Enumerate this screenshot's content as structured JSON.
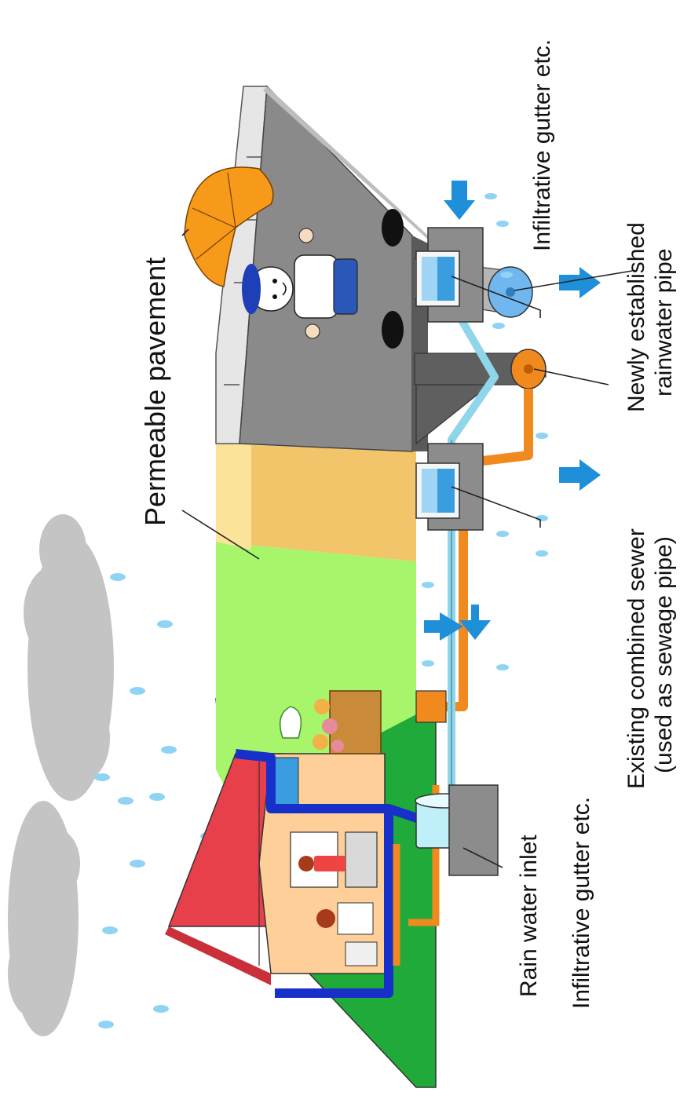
{
  "labels": {
    "permeable_pavement": "Permeable pavement",
    "infiltrative_gutter_top": "Infiltrative gutter etc.",
    "newly_established_line1": "Newly established",
    "newly_established_line2": "rainwater pipe",
    "existing_sewer_line1": "Existing combined sewer",
    "existing_sewer_line2": "(used as sewage pipe)",
    "infiltrative_gutter_bottom": "Infiltrative gutter etc.",
    "rain_water_inlet": "Rain water inlet"
  },
  "colors": {
    "cloud": "#c4c4c4",
    "raindrop": "#8fd3f5",
    "lawn": "#a6f56b",
    "ground_dark": "#1faa3a",
    "pavement_sand": "#f2c56a",
    "road": "#8a8a8a",
    "wall": "#e6e6e6",
    "rainwater_pipe": "#6fb7ee",
    "sewer_pipe": "#f08a1e",
    "downpipe": "#1730c9",
    "roof": "#e8404a",
    "house_wall": "#ffcf9a",
    "umbrella": "#f79a1a",
    "arrow": "#1e8fd8"
  }
}
